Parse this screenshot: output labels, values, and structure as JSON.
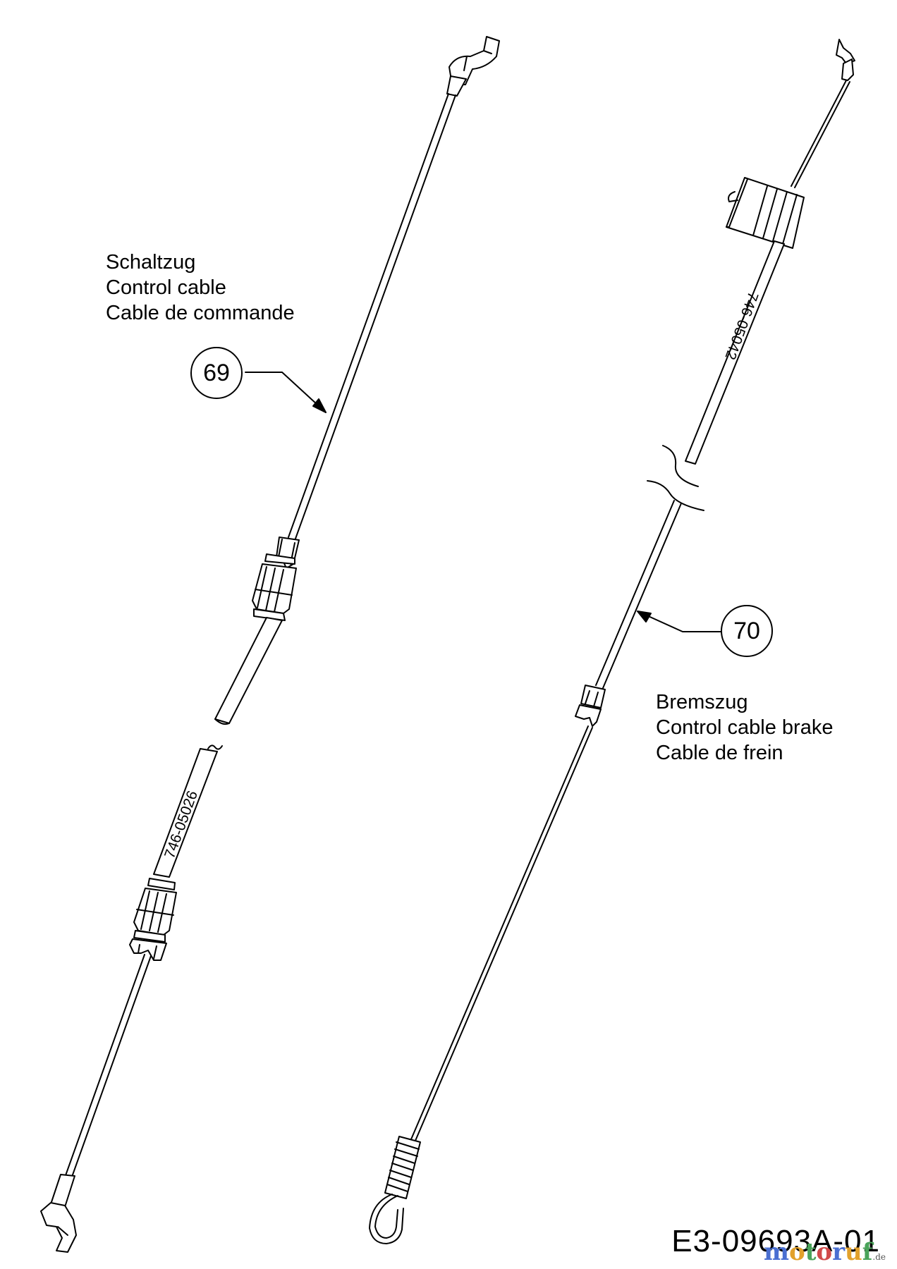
{
  "parts": [
    {
      "number": "69",
      "code": "746-05026",
      "names": [
        "Schaltzug",
        "Control cable",
        "Cable de commande"
      ]
    },
    {
      "number": "70",
      "code": "746-05042",
      "names": [
        "Bremszug",
        "Control cable brake",
        "Cable de frein"
      ]
    }
  ],
  "drawing_id": "E3-09693A-01",
  "watermark": {
    "brand": "motoruf",
    "suffix": ".de"
  }
}
